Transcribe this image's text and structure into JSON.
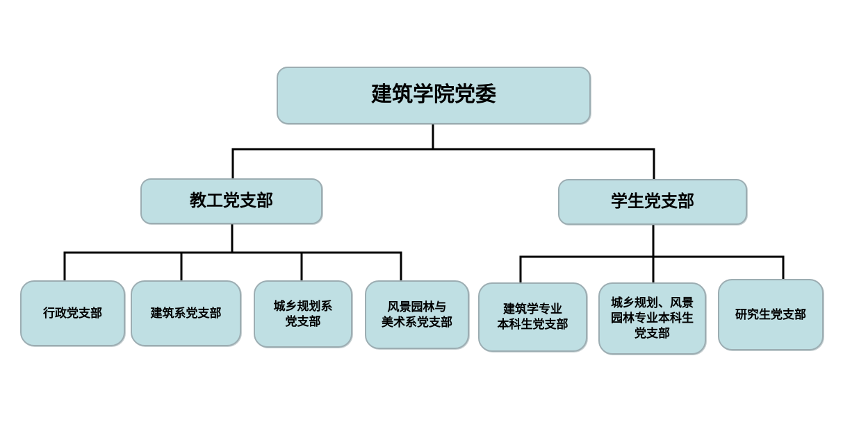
{
  "colors": {
    "node_fill": "#bfdfe3",
    "node_border": "#9cadb2",
    "connector": "#000000",
    "text": "#000000",
    "background": "#ffffff"
  },
  "org_chart": {
    "type": "tree-diagram",
    "root": {
      "label": "建筑学院党委",
      "children": [
        {
          "label": "教工党支部",
          "children": [
            {
              "label": "行政党支部"
            },
            {
              "label": "建筑系党支部"
            },
            {
              "label": "城乡规划系\n党支部"
            },
            {
              "label": "风景园林与\n美术系党支部"
            }
          ]
        },
        {
          "label": "学生党支部",
          "children": [
            {
              "label": "建筑学专业\n本科生党支部"
            },
            {
              "label": "城乡规划、风景\n园林专业本科生\n党支部"
            },
            {
              "label": "研究生党支部"
            }
          ]
        }
      ]
    }
  }
}
